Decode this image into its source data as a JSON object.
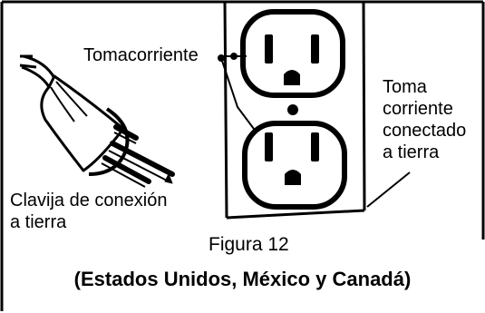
{
  "labels": {
    "outlet": "Tomacorriente",
    "grounded_outlet": [
      "Toma",
      "corriente",
      "conectado",
      "a tierra"
    ],
    "grounding_plug": [
      "Clavija de conexión",
      "a tierra"
    ],
    "figure": "Figura 12",
    "caption": "(Estados Unidos, México y Canadá)"
  },
  "icons": {
    "plug": "grounded-plug-icon",
    "outlet": "duplex-outlet-icon"
  }
}
